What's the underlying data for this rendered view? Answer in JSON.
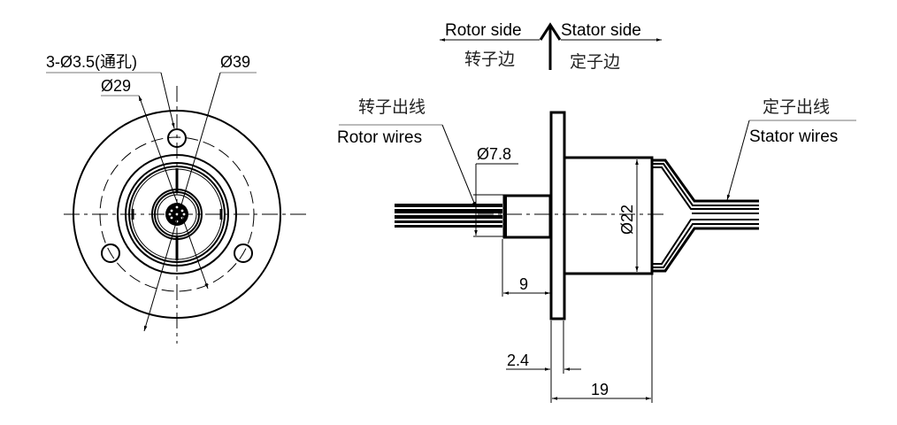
{
  "front_view": {
    "hole_callout": "3-Ø3.5(通孔)",
    "bolt_circle_dim": "Ø29",
    "outer_dia_dim": "Ø39"
  },
  "direction_legend": {
    "rotor_side_en": "Rotor side",
    "stator_side_en": "Stator side",
    "rotor_side_cn": "转子边",
    "stator_side_cn": "定子边"
  },
  "side_view": {
    "rotor_wires_cn": "转子出线",
    "rotor_wires_en": "Rotor wires",
    "stator_wires_cn": "定子出线",
    "stator_wires_en": "Stator wires",
    "shaft_dia_dim": "Ø7.8",
    "body_dia_dim": "Ø22",
    "shaft_length_dim": "9",
    "flange_thickness_dim": "2.4",
    "body_length_dim": "19"
  }
}
